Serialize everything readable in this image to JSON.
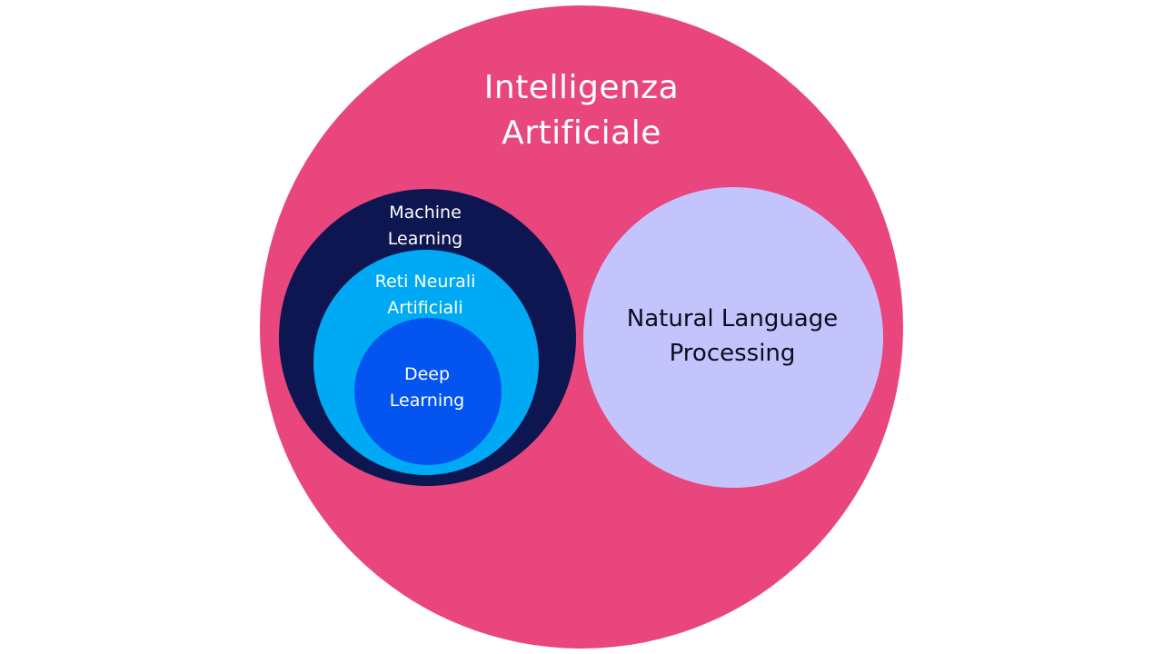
{
  "diagram": {
    "type": "nested-venn",
    "colors": {
      "background": "#ffffff",
      "ai": "#e8467c",
      "ml": "#0d1650",
      "ann": "#00a9f4",
      "dl": "#0455f0",
      "nlp": "#c4c4fc",
      "light_text": "#ffffff",
      "dark_text": "#0c0c1e"
    },
    "ai": {
      "line1": "Intelligenza",
      "line2": "Artificiale"
    },
    "ml": {
      "line1": "Machine",
      "line2": "Learning"
    },
    "ann": {
      "line1": "Reti Neurali",
      "line2": "Artificiali"
    },
    "dl": {
      "line1": "Deep",
      "line2": "Learning"
    },
    "nlp": {
      "line1": "Natural Language",
      "line2": "Processing"
    }
  }
}
